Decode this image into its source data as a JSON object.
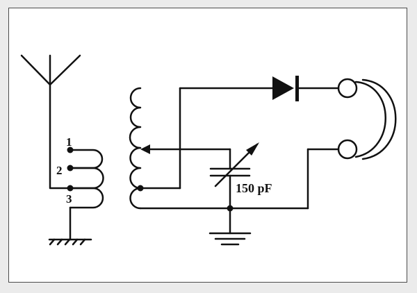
{
  "diagram": {
    "tap_labels": [
      "1",
      "2",
      "3"
    ],
    "capacitor_label": "150 pF",
    "ink_color": "#111111"
  }
}
